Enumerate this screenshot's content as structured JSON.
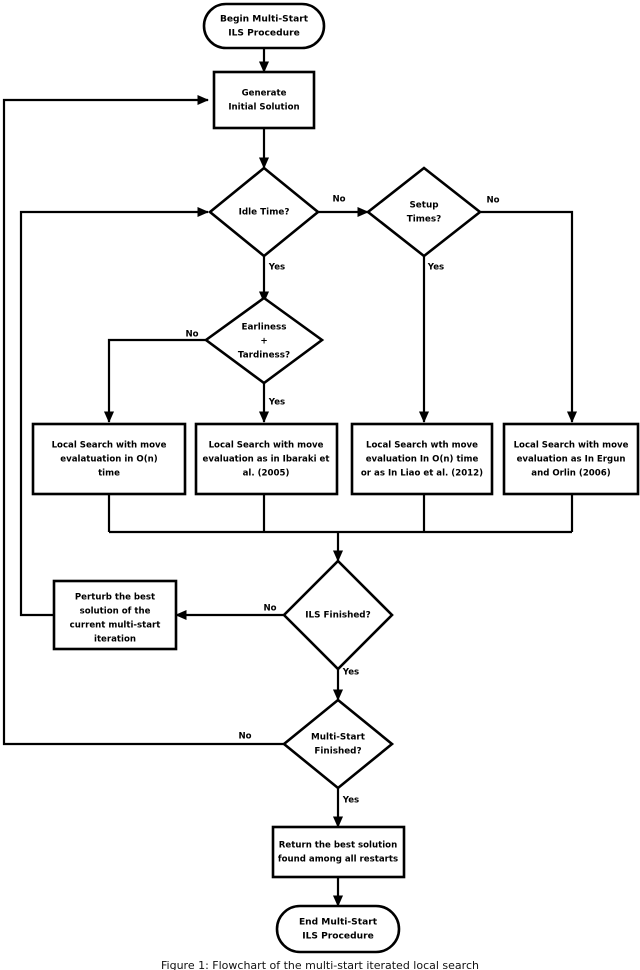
{
  "diagram": {
    "title": "Multi-Start ILS Procedure Flowchart",
    "type": "flowchart",
    "background_color": "#ffffff",
    "line_color": "#000000",
    "text_color": "#000000",
    "nodes": [
      {
        "id": "start",
        "shape": "terminator",
        "lines": [
          "Begin Multi-Start",
          "ILS Procedure"
        ]
      },
      {
        "id": "generate",
        "shape": "process",
        "lines": [
          "Generate",
          "Initial Solution"
        ]
      },
      {
        "id": "idle_time",
        "shape": "decision",
        "lines": [
          "Idle Time?"
        ]
      },
      {
        "id": "setup_times",
        "shape": "decision",
        "lines": [
          "Setup",
          "Times?"
        ]
      },
      {
        "id": "earliness_tardiness",
        "shape": "decision",
        "lines": [
          "Earliness",
          "+",
          "Tardiness?"
        ]
      },
      {
        "id": "ls_on_time",
        "shape": "process",
        "lines": [
          "Local Search with move",
          "evalatuation in O(n)",
          "time"
        ]
      },
      {
        "id": "ls_ibaraki",
        "shape": "process",
        "lines": [
          "Local Search with move",
          "evaluation as in Ibaraki et",
          "al. (2005)"
        ]
      },
      {
        "id": "ls_liao",
        "shape": "process",
        "lines": [
          "Local Search wth move",
          "evaluation In O(n) time",
          "or as In Liao et al. (2012)"
        ]
      },
      {
        "id": "ls_ergun",
        "shape": "process",
        "lines": [
          "Local Search with move",
          "evaluation as In Ergun",
          "and Orlin (2006)"
        ]
      },
      {
        "id": "ils_finished",
        "shape": "decision",
        "lines": [
          "ILS Finished?"
        ]
      },
      {
        "id": "perturb",
        "shape": "process",
        "lines": [
          "Perturb the best",
          "solution of the",
          "current multi-start",
          "iteration"
        ]
      },
      {
        "id": "multistart_finished",
        "shape": "decision",
        "lines": [
          "Multi-Start",
          "Finished?"
        ]
      },
      {
        "id": "return_best",
        "shape": "process",
        "lines": [
          "Return the best solution",
          "found among all restarts"
        ]
      },
      {
        "id": "end",
        "shape": "terminator",
        "lines": [
          "End Multi-Start",
          "ILS Procedure"
        ]
      }
    ],
    "edge_labels": {
      "idle_no": "No",
      "idle_yes": "Yes",
      "setup_no": "No",
      "setup_yes": "Yes",
      "et_no": "No",
      "et_yes": "Yes",
      "ils_no": "No",
      "ils_yes": "Yes",
      "ms_no": "No",
      "ms_yes": "Yes"
    },
    "caption": "Figure 1: Flowchart of the multi-start iterated local search"
  }
}
